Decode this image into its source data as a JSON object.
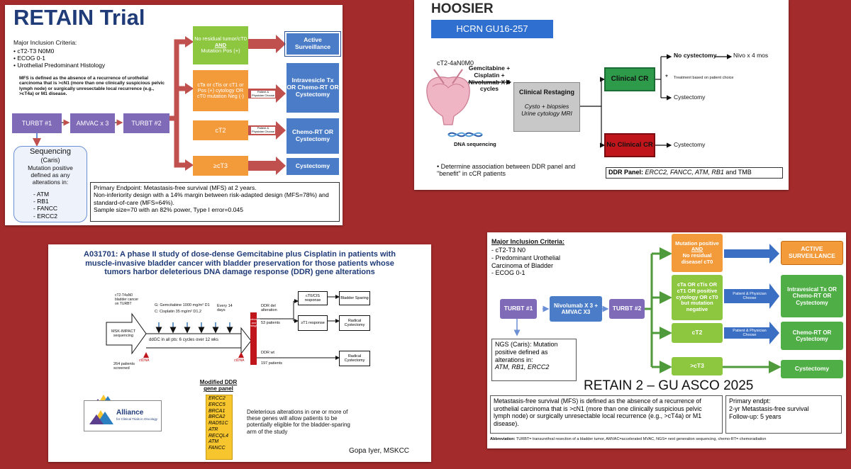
{
  "retain": {
    "title": "RETAIN Trial",
    "criteria_header": "Major Inclusion Criteria:",
    "criteria": [
      "cT2-T3 N0M0",
      "ECOG 0-1",
      "Urothelial Predominant Histology"
    ],
    "mfs_note": "MFS is defined as the absence of a recurrence of urothelial carcinoma that is >cN1 (more than one clinically suspicious pelvic lymph node) or surgically unresectable local recurrence (e.g., >cT4a) or M1 disease.",
    "turbt1": "TURBT #1",
    "amvac": "AMVAC x 3",
    "turbt2": "TURBT #2",
    "sequencing_title": "Sequencing",
    "sequencing_sub": "(Caris)",
    "sequencing_body": "Mutation positive defined as any alterations in:",
    "genes": [
      "ATM",
      "RB1",
      "FANCC",
      "ERCC2"
    ],
    "branch1": "No residual tumor/cT0 AND Mutation Pos (+)",
    "branch1_a": "No residual tumor/cT0",
    "branch1_b": "AND",
    "branch1_c": "Mutation Pos (+)",
    "branch2": "cTa or cTis or cT1 or Pos (+) cytology OR cT0 mutation Neg (-)",
    "branch3": "cT2",
    "branch4": "≥cT3",
    "choice": "Patient & Physician Choose",
    "out1": "Active Surveillance",
    "out2": "Intravesicle Tx OR Chemo-RT OR Cystectomy",
    "out3": "Chemo-RT OR Cystectomy",
    "out4": "Cystectomy",
    "endpoint": "Primary Endpoint: Metastasis-free survival (MFS) at 2 years.",
    "design": "Non-inferiority design with a 14% margin between risk-adapted design (MFS=78%) and standard-of-care (MFS=64%).",
    "sample": "Sample size=70 with an 82% power, Type I error=0.045"
  },
  "hoosier": {
    "title": "HOOSIER",
    "badge": "HCRN GU16-257",
    "stage": "cT2-4aN0M0",
    "regimen": "Gemcitabine + Cisplatin + Nivolumab X 4 cycles",
    "dna": "DNA sequencing",
    "restaging_title": "Clinical Restaging",
    "restaging_body": "Cysto + biopsies Urine cytology MRI",
    "ccr": "Clinical CR",
    "no_ccr": "No Clinical CR",
    "no_cystectomy": "No cystectomy",
    "nivo": "Nivo x 4 mos",
    "note": "Treatment based on patient choice",
    "cystectomy": "Cystectomy",
    "bullet": "Determine association between DDR panel and \"benefit\" in cCR patients",
    "ddr_label": "DDR Panel:",
    "ddr_genes": "ERCC2, FANCC, ATM, RB1",
    "ddr_tail": "and TMB"
  },
  "a031701": {
    "title": "A031701: A phase II study of dose-dense Gemcitabine plus Cisplatin in patients with muscle-invasive bladder cancer with bladder preservation for those patients whose tumors harbor deleterious DNA damage response (DDR) gene alterations",
    "eligibility": "cT2-T4aN0 bladder cancer on TURBT",
    "mskimpact": "MSK-IMPACT sequencing",
    "screened": "264 patients screened",
    "gem": "G: Gemcitabine 1000 mg/m² D1",
    "cis": "C: Cisplatin 35 mg/m² D1,2",
    "every": "Every 14 days",
    "ddgc": "ddGC in all pts: 6 cycles over 12 wks",
    "ctdna1": "ctDNA",
    "ctdna2": "ctDNA",
    "assess": "Molecular and restaging",
    "ddr_alt": "DDR del alteration",
    "n53": "53 patients",
    "ddr_wt": "DDR wt",
    "n197": "197 patients",
    "ct0": "cT0/CIS response",
    "gt1": "≥T1 response",
    "sparing": "Bladder Sparing",
    "radical1": "Radical Cystectomy",
    "radical2": "Radical Cystectomy",
    "panel_title": "Modified DDR gene panel",
    "panel_genes": [
      "ERCC2",
      "ERCC5",
      "BRCA1",
      "BRCA2",
      "RAD51C",
      "ATR",
      "RECQL4",
      "ATM",
      "FANCC"
    ],
    "deleterious": "Deleterious alterations in one or more of these genes will allow patients to be potentially eligible for the bladder-sparing arm of the study",
    "logo_name": "Alliance",
    "logo_sub": "for Clinical Trials in Oncology",
    "credit": "Gopa Iyer, MSKCC"
  },
  "retain2": {
    "criteria_header": "Major Inclusion Criteria:",
    "criteria": [
      "cT2-T3 N0",
      "Predominant Urothelial Carcinoma of Bladder",
      "ECOG 0-1"
    ],
    "turbt1": "TURBT #1",
    "nivo": "Nivolumab X 3 + AMVAC X3",
    "turbt2": "TURBT #2",
    "ngs": "NGS (Caris): Mutation positive defined as alterations in:",
    "ngs_genes": "ATM, RB1, ERCC2",
    "b1_a": "Mutation positive",
    "b1_b": "AND",
    "b1_c": "No residual disease/ cT0",
    "b2": "cTa OR cTis OR cT1 OR positive cytology OR cT0 but mutation negative",
    "b3": "cT2",
    "b4": ">cT3",
    "choice": "Patient & Physician Choose",
    "o1": "ACTIVE SURVEILLANCE",
    "o2": "Intravesical Tx OR Chemo-RT OR Cystectomy",
    "o3": "Chemo-RT OR Cystectomy",
    "o4": "Cystectomy",
    "title": "RETAIN 2 – GU ASCO 2025",
    "mfs": "Metastasis-free survival (MFS) is defined as the absence of a recurrence of urothelial carcinoma that is >cN1 (more than one clinically suspicious pelvic lymph node) or surgically unresectable local recurrence (e.g., >cT4a) or M1 disease).",
    "endpoint1": "Primary endpt:",
    "endpoint2": "2-yr Metastasis-free survival",
    "endpoint3": "Follow-up: 5 years",
    "abbr_label": "Abbreviation:",
    "abbr": "TURBT= transurethral resection of a bladder tumor, AMVAC=accelerated MVAC, NGS= next generation sequencing, chemo-RT= chemoradiation"
  },
  "colors": {
    "background": "#a32b2b",
    "green": "#8dc63f",
    "orange": "#f39a3b",
    "blue": "#4a7cc7",
    "purple": "#7f6ab8",
    "red_arrow": "#c0504d",
    "darkred": "#c0161b",
    "navy": "#1f3b78",
    "yellow": "#f7c62f"
  }
}
